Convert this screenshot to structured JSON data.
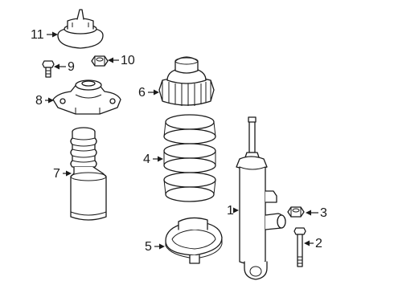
{
  "callouts": {
    "c1": "1",
    "c2": "2",
    "c3": "3",
    "c4": "4",
    "c5": "5",
    "c6": "6",
    "c7": "7",
    "c8": "8",
    "c9": "9",
    "c10": "10",
    "c11": "11"
  },
  "parts": [
    {
      "callout": "1",
      "part": "shock-absorber"
    },
    {
      "callout": "2",
      "part": "bolt"
    },
    {
      "callout": "3",
      "part": "nut"
    },
    {
      "callout": "4",
      "part": "coil-spring"
    },
    {
      "callout": "5",
      "part": "lower-spring-seat"
    },
    {
      "callout": "6",
      "part": "upper-spring-seat"
    },
    {
      "callout": "7",
      "part": "bump-stop-boot"
    },
    {
      "callout": "8",
      "part": "strut-mount"
    },
    {
      "callout": "9",
      "part": "bolt"
    },
    {
      "callout": "10",
      "part": "nut"
    },
    {
      "callout": "11",
      "part": "dust-cap"
    }
  ]
}
